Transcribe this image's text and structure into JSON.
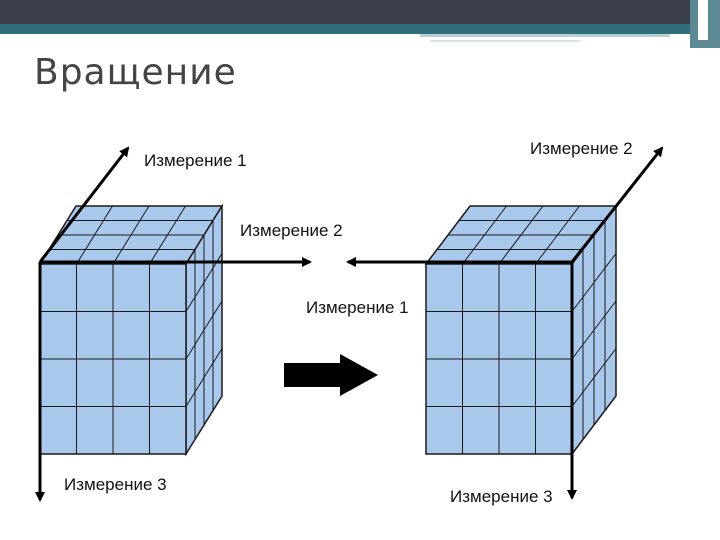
{
  "slide": {
    "title": "Вращение"
  },
  "diagram": {
    "left_cube": {
      "label_dim1": "Измерение 1",
      "label_dim2": "Измерение 2",
      "label_dim3": "Измерение 3"
    },
    "right_cube": {
      "label_dim1": "Измерение 1",
      "label_dim2": "Измерение 2",
      "label_dim3": "Измерение 3"
    },
    "colors": {
      "cube_fill": "#a9c8ec",
      "cube_grid": "#1a1a1a",
      "arrow": "#000000",
      "header_dark": "#3a3f4b",
      "header_teal": "#2f6f7c"
    }
  }
}
